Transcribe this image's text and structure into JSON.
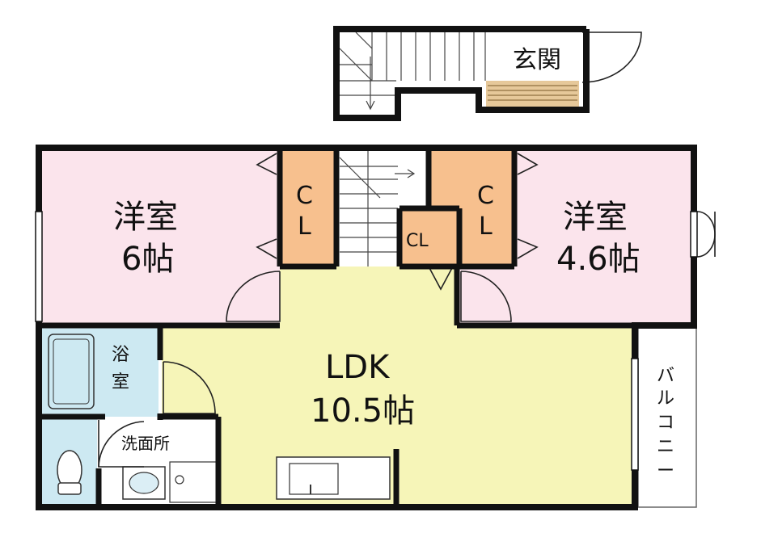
{
  "floorplan": {
    "rooms": {
      "entrance": "玄関",
      "western_left": "洋室",
      "western_left_size": "6帖",
      "western_right": "洋室",
      "western_right_size": "4.6帖",
      "closet_left_c": "C",
      "closet_left_l": "L",
      "closet_center": "CL",
      "closet_right_c": "C",
      "closet_right_l": "L",
      "ldk": "LDK",
      "ldk_size": "10.5帖",
      "bath_1": "浴",
      "bath_2": "室",
      "washroom": "洗面所",
      "balcony_chars": [
        "バ",
        "ル",
        "コ",
        "ニ",
        "ー"
      ]
    },
    "colors": {
      "western_room": "#fbe4ec",
      "closet": "#f7c08e",
      "ldk": "#f6f5b8",
      "wet_area": "#cde9f2",
      "entrance_step": "#e6c89a",
      "wall": "#111111"
    }
  }
}
